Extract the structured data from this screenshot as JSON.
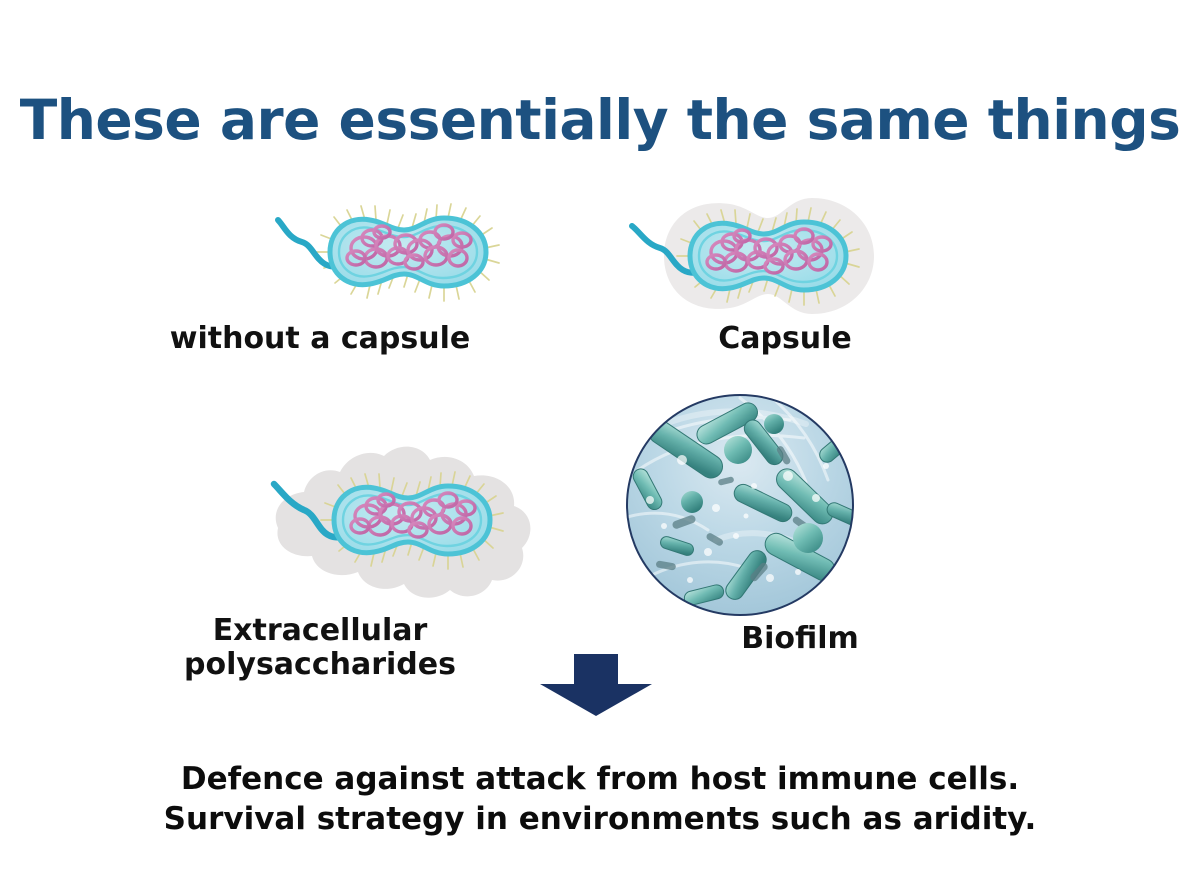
{
  "slide": {
    "title": "These are essentially the same things",
    "background_color": "#ffffff",
    "title_color": "#1d5180"
  },
  "figures": [
    {
      "id": "no-capsule",
      "caption": "without a capsule",
      "icon": "bacterium-plain-icon",
      "description": "Rod shaped bacterium with flagellum, pili, pink nucleoid, no outer layer",
      "colors": {
        "membrane": "#5ecbdc",
        "cytoplasm": "#a9e2ec",
        "nucleoid": "#cf6fae",
        "pili": "#d7d38a",
        "flagellum": "#29a8c6"
      }
    },
    {
      "id": "capsule",
      "caption": "Capsule",
      "icon": "bacterium-capsule-icon",
      "description": "Same bacterium surrounded by a smooth light grey capsule layer",
      "colors": {
        "capsule": "#eceaea"
      }
    },
    {
      "id": "eps",
      "caption": "Extracellular\npolysaccharides",
      "icon": "bacterium-eps-icon",
      "description": "Same bacterium embedded in an irregular grey slime blob",
      "colors": {
        "slime": "#e4e2e2"
      }
    },
    {
      "id": "biofilm",
      "caption": "Biofilm",
      "icon": "biofilm-photo-icon",
      "description": "Circular 3D render of many teal rod bacteria in light blue fluid with bubbles",
      "colors": {
        "water": "#b6d3e4",
        "rods": "#55a39c",
        "border": "#243a63"
      }
    }
  ],
  "arrow": {
    "icon": "arrow-down-icon",
    "color": "#1a3263"
  },
  "footer": {
    "line1": "Defence against attack from host immune cells.",
    "line2": "Survival strategy in environments such as aridity.",
    "text": "Defence against attack from host immune cells.\nSurvival strategy in environments such as aridity."
  }
}
